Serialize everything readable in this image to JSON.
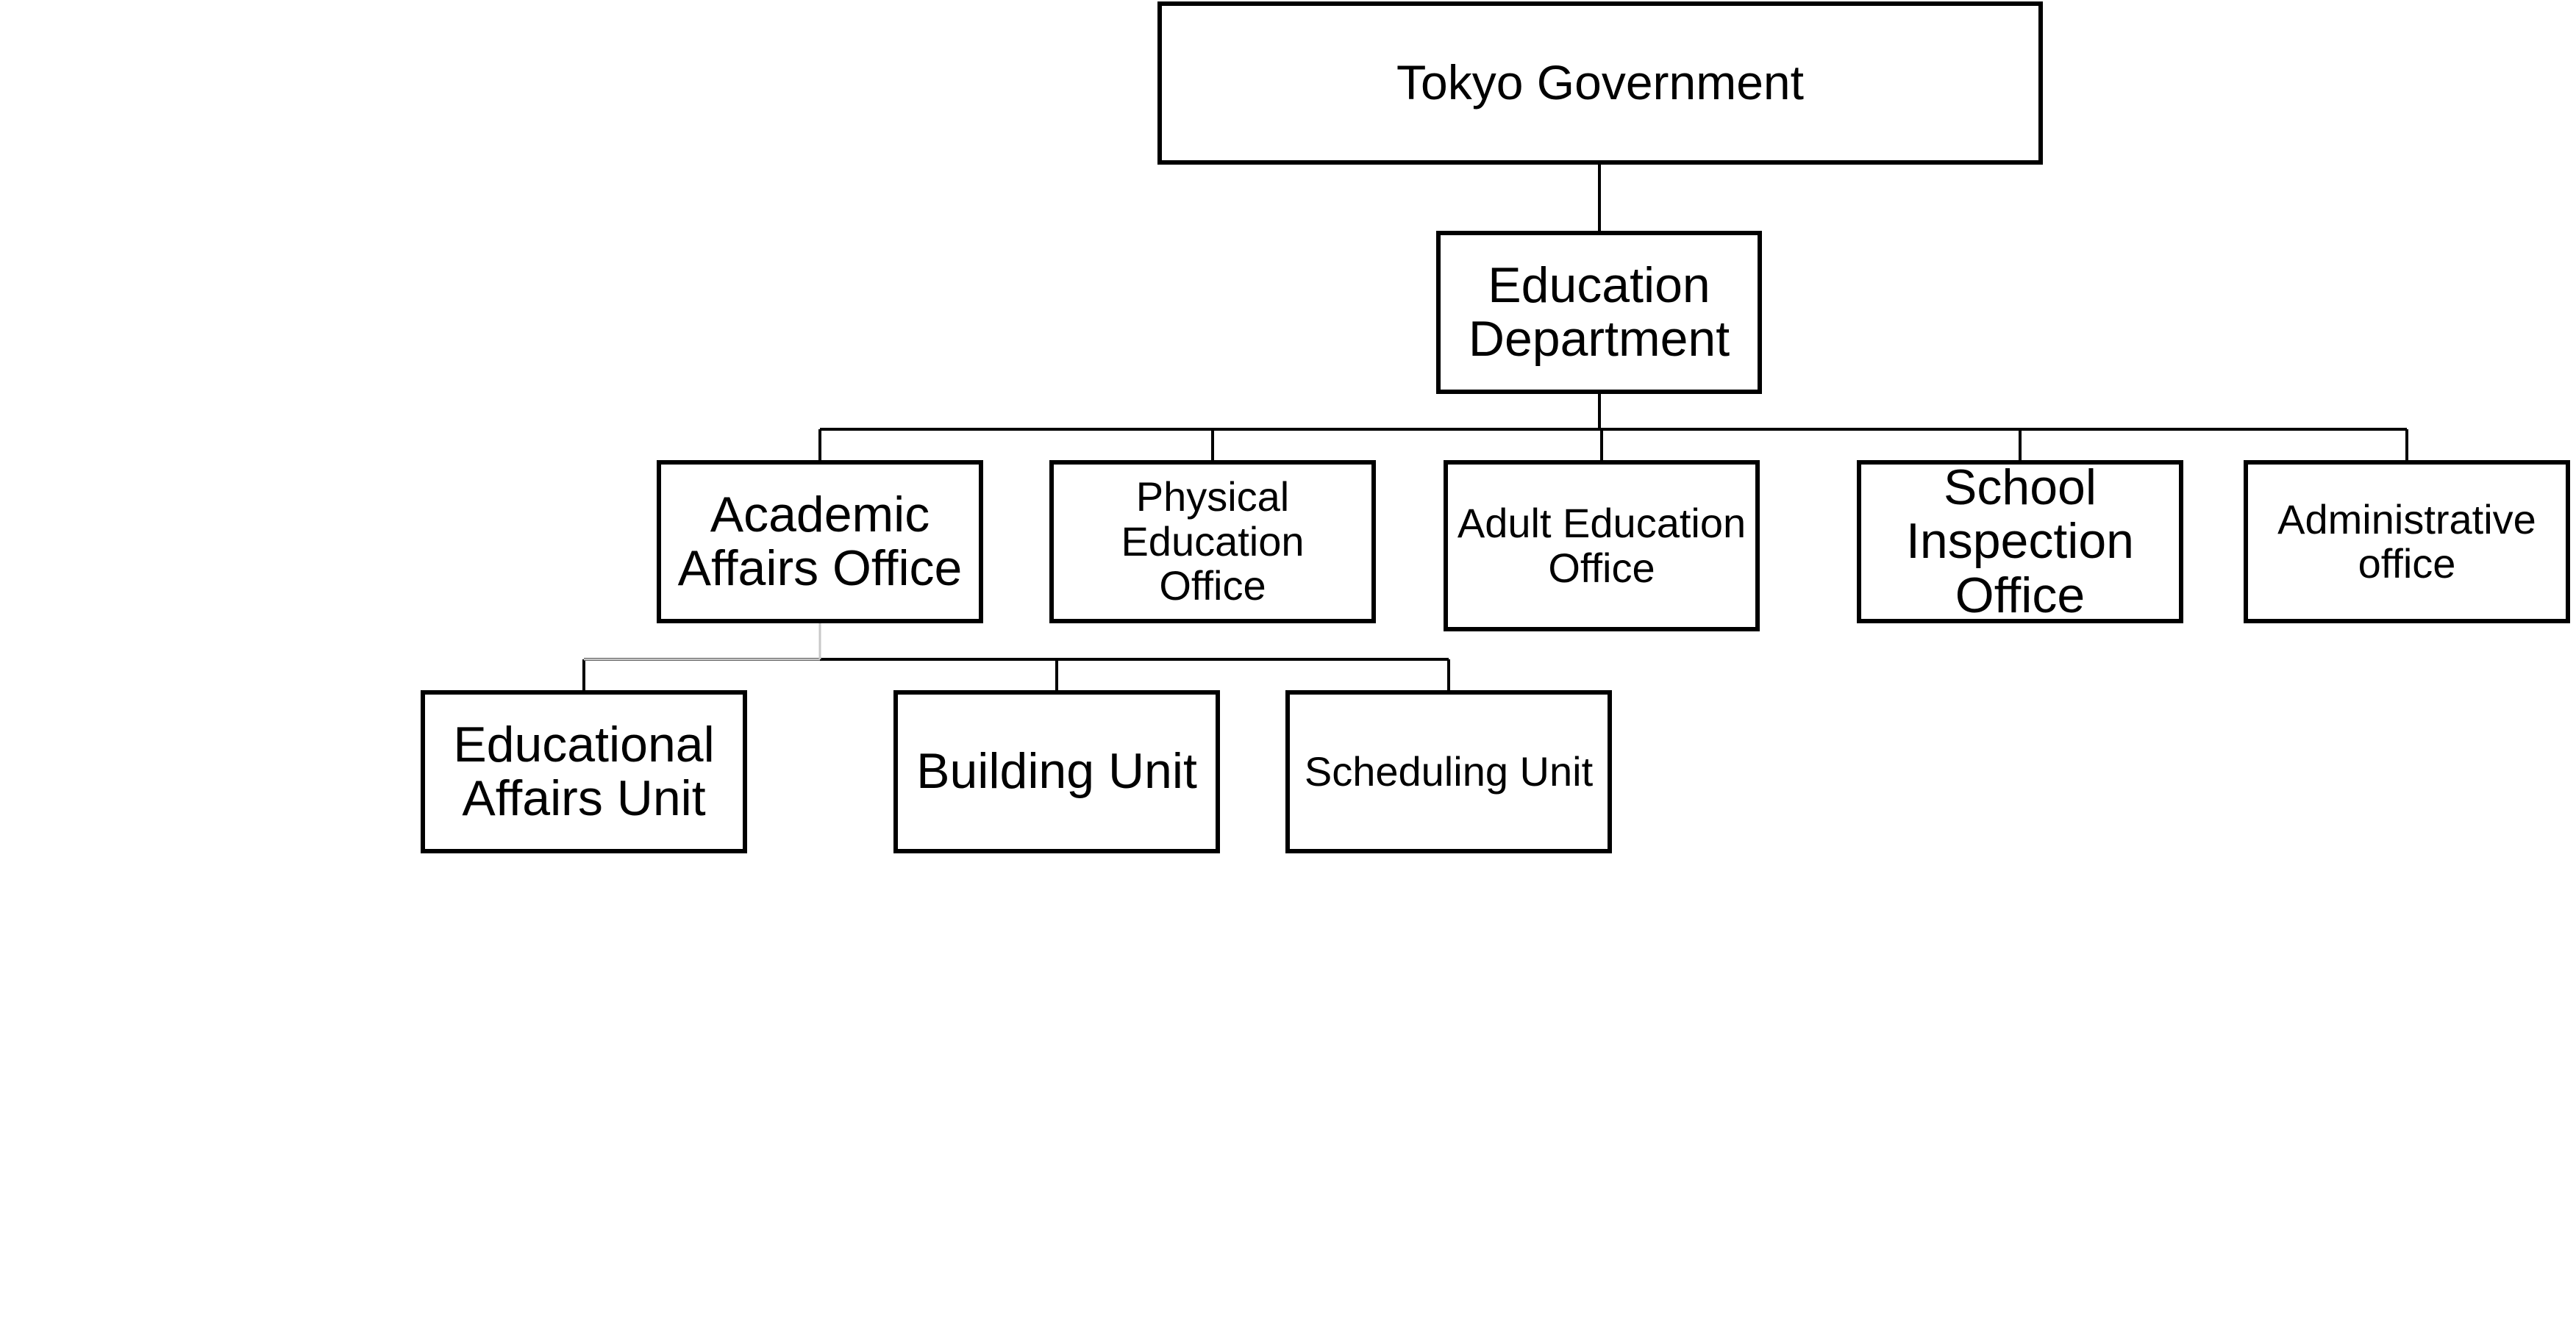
{
  "diagram": {
    "root": {
      "label": "Tokyo Government"
    },
    "department": {
      "label": "Education\nDepartment"
    },
    "offices": [
      {
        "label": "Academic\nAffairs Office"
      },
      {
        "label": "Physical\nEducation\nOffice"
      },
      {
        "label": "Adult Education\nOffice"
      },
      {
        "label": "School\nInspection\nOffice"
      },
      {
        "label": "Administrative\noffice"
      }
    ],
    "units": [
      {
        "label": "Educational\nAffairs Unit"
      },
      {
        "label": "Building Unit"
      },
      {
        "label": "Scheduling Unit"
      }
    ],
    "colors": {
      "line": "#000000",
      "box_border": "#000000",
      "background": "#ffffff"
    }
  }
}
